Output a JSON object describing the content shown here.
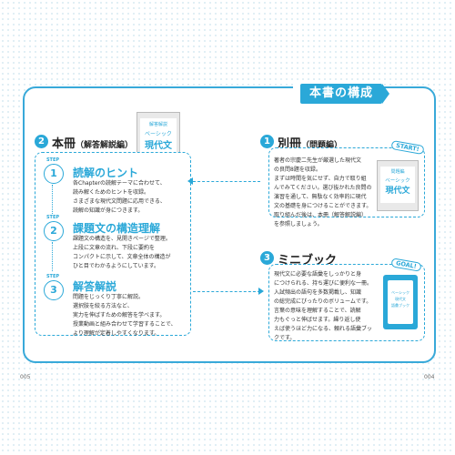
{
  "header": {
    "title": "本書の構成"
  },
  "left": {
    "number": "2",
    "title": "本冊",
    "subtitle": "（解答解説編）",
    "book": {
      "small": "解答解説",
      "title1": "ベーシック",
      "title2": "現代文"
    },
    "steps": [
      {
        "label": "STEP",
        "num": "1",
        "title": "読解のヒント",
        "lines": [
          "各Chapterの読解テーマに合わせて、",
          "読み解くためのヒントを収録。",
          "さまざまな現代文問題に応用できる、",
          "読解の知識が身につきます。"
        ]
      },
      {
        "label": "STEP",
        "num": "2",
        "title": "課題文の構造理解",
        "lines": [
          "課題文の構造を、見開きページで整理。",
          "上段に文章の流れ、下段に要約を",
          "コンパクトに示して、文章全体の構造が",
          "ひと目でわかるようにしています。"
        ]
      },
      {
        "label": "STEP",
        "num": "3",
        "title": "解答解説",
        "lines": [
          "問題をじっくり丁寧に解説。",
          "選択肢を絞る方法など、",
          "実力を伸ばすための解答を学べます。",
          "授業動画と組み合わせて学習することで、",
          "より理解が定着しやすくなります。"
        ]
      }
    ]
  },
  "right": {
    "sec1": {
      "number": "1",
      "title": "別冊",
      "subtitle": "（問題編）",
      "stamp": "START!",
      "lines": [
        "著者の宗慶二先生が厳選した現代文",
        "の良問8題を収録。",
        "まずは時間を気にせず、自力で取り組",
        "んでみてください。選び抜かれた良問の",
        "演習を通して、無駄なく効率的に現代",
        "文の基礎を身につけることができます。",
        "取り組んだ後は、本冊（解答解説編）",
        "を参照しましょう。"
      ],
      "book": {
        "small": "問題編",
        "title1": "ベーシック",
        "title2": "現代文"
      }
    },
    "sec3": {
      "number": "3",
      "title": "ミニブック",
      "stamp": "GOAL!",
      "lines": [
        "現代文に必要な語彙をしっかりと身",
        "につけられる、持ち運びに便利な一冊。",
        "入試頻出の語句を多数掲載し、知識",
        "の総完成にぴったりのボリュームです。",
        "言葉の意味を理解することで、読解",
        "力もぐっと伸ばせます。繰り返し使",
        "えば使うほど力になる、頼れる語彙ブッ",
        "クです。"
      ],
      "book": {
        "line1": "ベーシック",
        "line2": "現代文",
        "line3": "語彙ブック"
      }
    }
  },
  "footer": {
    "left_page": "005",
    "right_page": "004"
  }
}
